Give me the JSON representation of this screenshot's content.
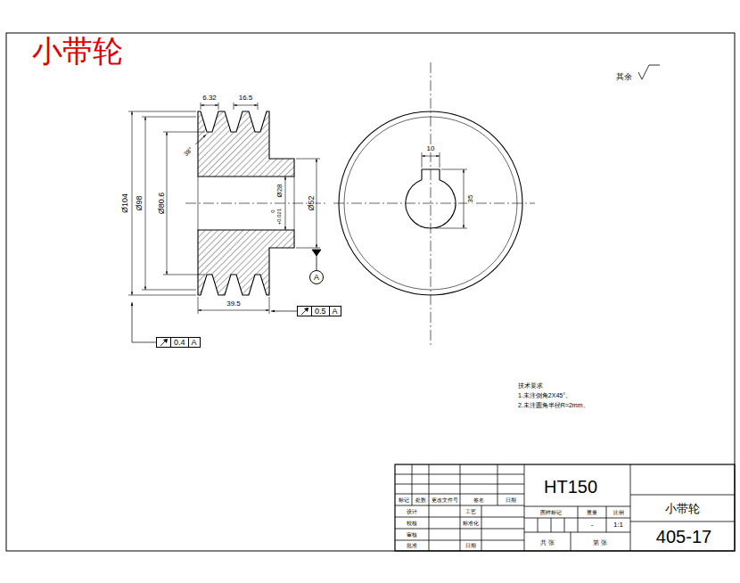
{
  "diagram": {
    "title": "小带轮",
    "nodes": [
      {
        "text": [
          "A"
        ]
      },
      {
        "text": [
          "0.4",
          "A"
        ]
      },
      {
        "text": [
          "0.5",
          "A"
        ]
      }
    ],
    "labels": [
      "其余",
      "6.32",
      "16.5",
      "Ø104",
      "Ø98",
      "Ø80.6",
      "Ø28",
      "+0.021",
      "0",
      "Ø52",
      "39.5",
      "10",
      "35",
      "38°",
      "技术要求",
      "1.未注倒角2X45°。",
      "2.未注圆角半径R=2mm。",
      "HT150",
      "小带轮",
      "405-17",
      "标记",
      "处数",
      "更改文件号",
      "签名",
      "日期",
      "设计",
      "校核",
      "审核",
      "批准",
      "工艺",
      "标准化",
      "日期",
      "图样标记",
      "重量",
      "比例",
      "-",
      "1:1",
      "共 张",
      "第 张"
    ]
  }
}
